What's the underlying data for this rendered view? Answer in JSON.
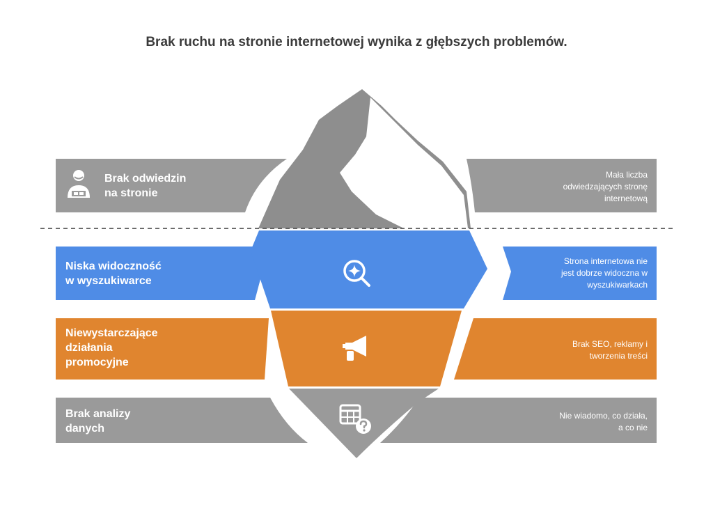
{
  "title": "Brak ruchu na stronie internetowej wynika z głębszych problemów.",
  "colors": {
    "gray": "#9a9a9a",
    "blue": "#4f8ce6",
    "orange": "#e0852f",
    "white": "#ffffff",
    "title": "#3b3b3b"
  },
  "layers": [
    {
      "name": "Brak odwiedzin na stronie",
      "label_lines": [
        "Brak odwiedzin",
        "na stronie"
      ],
      "description_lines": [
        "Mała liczba",
        "odwiedzających stronę",
        "internetową"
      ],
      "icon": "visitor-person-icon",
      "color": "#9a9a9a"
    },
    {
      "name": "Niska widoczność w wyszukiwarce",
      "label_lines": [
        "Niska widoczność",
        "w wyszukiwarce"
      ],
      "description_lines": [
        "Strona internetowa nie",
        "jest dobrze widoczna w",
        "wyszukiwarkach"
      ],
      "icon": "search-sparkle-icon",
      "color": "#4f8ce6"
    },
    {
      "name": "Niewystarczające działania promocyjne",
      "label_lines": [
        "Niewystarczające",
        "działania",
        "promocyjne"
      ],
      "description_lines": [
        "Brak SEO, reklamy i",
        "tworzenia treści"
      ],
      "icon": "megaphone-icon",
      "color": "#e0852f"
    },
    {
      "name": "Brak analizy danych",
      "label_lines": [
        "Brak analizy",
        "danych"
      ],
      "description_lines": [
        "Nie wiadomo, co działa,",
        "a co nie"
      ],
      "icon": "table-question-icon",
      "color": "#9a9a9a"
    }
  ]
}
